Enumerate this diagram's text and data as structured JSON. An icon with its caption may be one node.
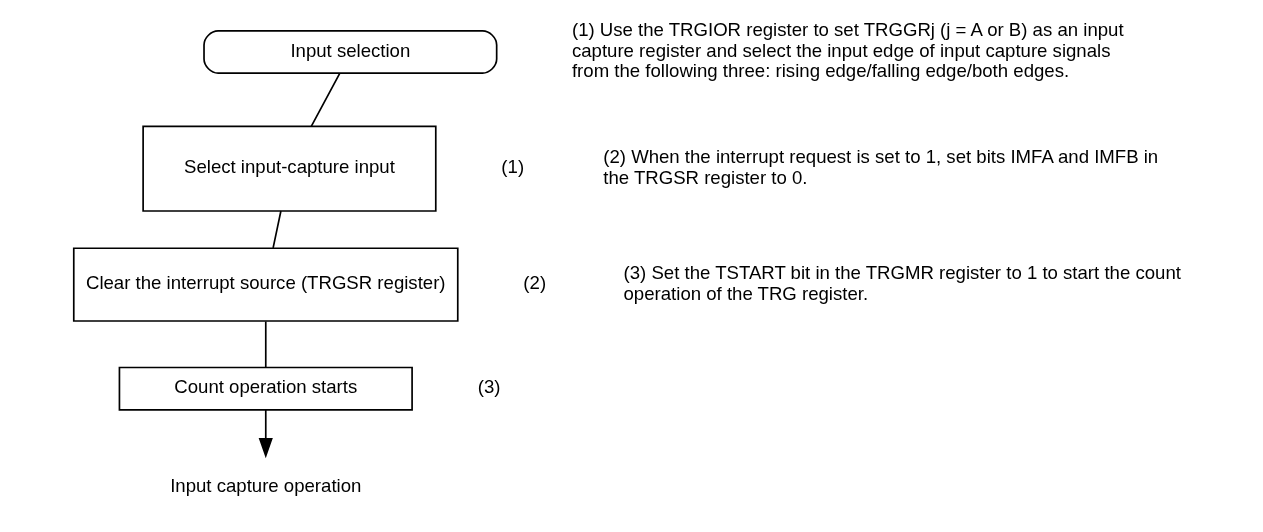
{
  "diagram": {
    "nodes": [
      {
        "text": [
          "Input selection"
        ]
      },
      {
        "text": [
          "Select input-capture input"
        ],
        "beside": [
          "(1)"
        ]
      },
      {
        "text": [
          "Clear the interrupt source (TRGSR register)"
        ],
        "beside": [
          "(2)"
        ]
      },
      {
        "text": [
          "Count operation starts"
        ],
        "beside": [
          "(3)"
        ]
      },
      {
        "text": [
          "Input capture operation"
        ]
      }
    ],
    "edges": [
      {
        "from": 0,
        "to": 1,
        "arrow": "none"
      },
      {
        "from": 1,
        "to": 2,
        "arrow": "none"
      },
      {
        "from": 2,
        "to": 3,
        "arrow": "none"
      },
      {
        "from": 3,
        "to": 4,
        "arrow": "to"
      }
    ],
    "labels": [
      "(1) Use the TRGIOR register to set TRGGRj (j = A or B) as an input capture register and select the input edge of input capture signals from the following three: rising edge/falling edge/both edges.",
      "(2) When the interrupt request is set to 1, set bits IMFA and IMFB in the TRGSR register to 0.",
      "(3) Set the TSTART bit in the TRGMR register to 1 to start the count operation of the TRG register."
    ]
  }
}
